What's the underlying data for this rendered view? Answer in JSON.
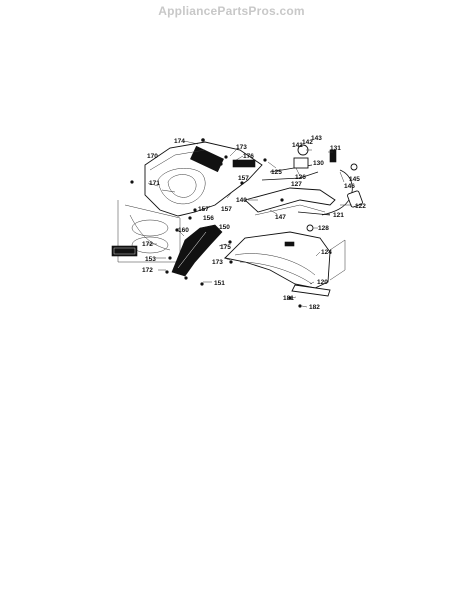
{
  "watermark": "AppliancePartsPros.com",
  "callouts": {
    "c170": "170",
    "c174": "174",
    "c173a": "173",
    "c176": "176",
    "c125": "125",
    "c141": "141",
    "c142": "142",
    "c143": "143",
    "c130": "130",
    "c131": "131",
    "c126": "126",
    "c127": "127",
    "c145": "145",
    "c146": "146",
    "c157a": "157",
    "c157b": "157",
    "c157c": "157",
    "c171a": "171",
    "c171b": "171",
    "c140": "140",
    "c147": "147",
    "c121": "121",
    "c122": "122",
    "c128": "128",
    "c156": "156",
    "c150": "150",
    "c160": "160",
    "c172a": "172",
    "c172b": "172",
    "c153": "153",
    "c175": "175",
    "c173b": "173",
    "c124": "124",
    "c151": "151",
    "c120": "120",
    "c181": "181",
    "c182": "182"
  }
}
